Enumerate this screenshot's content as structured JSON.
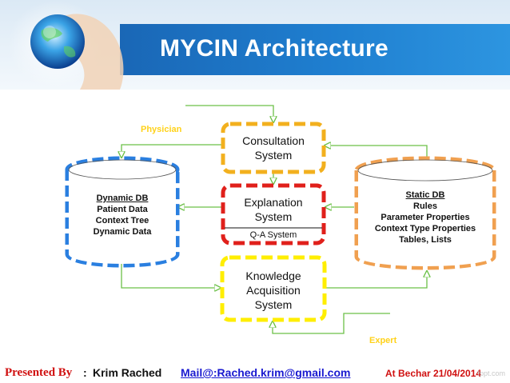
{
  "slide": {
    "title": "MYCIN Architecture"
  },
  "diagram": {
    "consultation": {
      "line1": "Consultation",
      "line2": "System"
    },
    "explanation": {
      "line1": "Explanation",
      "line2": "System",
      "sub": "Q-A System"
    },
    "knowledge": {
      "line1": "Knowledge",
      "line2": "Acquisition",
      "line3": "System"
    },
    "dynamic_db": {
      "title": "Dynamic DB",
      "items": [
        "Patient Data",
        "Context Tree",
        "Dynamic Data"
      ]
    },
    "static_db": {
      "title": "Static DB",
      "items": [
        "Rules",
        "Parameter Properties",
        "Context Type Properties",
        "Tables, Lists"
      ]
    },
    "physician_label": "Physician",
    "expert_label": "Expert"
  },
  "footer": {
    "presented_by": "Presented By",
    "separator": ": ",
    "author": "Krim Rached",
    "mail": "Mail@:Rached.krim@gmail.com",
    "location_date": "At Bechar 21/04/2014"
  },
  "watermark": "fppt.com",
  "colors": {
    "title_band": "#1f7fd0",
    "consultation_border": "#f2b01e",
    "explanation_border": "#e0201b",
    "knowledge_border": "#ffee00",
    "dynamic_db_border": "#2a7fe0",
    "static_db_border": "#f0a050",
    "arrow": "#6cc048",
    "role_label": "#ffd21a",
    "footer_red": "#d01010",
    "footer_blue": "#1a1ad0"
  }
}
